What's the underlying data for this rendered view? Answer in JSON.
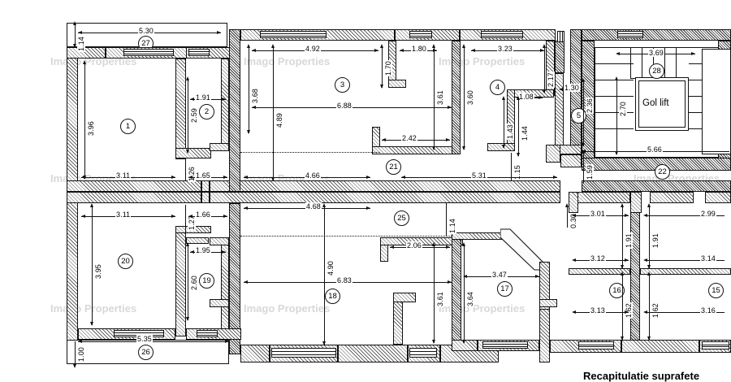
{
  "document": {
    "type": "architectural-floor-plan",
    "caption": "Recapitulatie suprafete",
    "watermark": "Imago Properties",
    "lift_label": "Gol lift"
  },
  "rooms": [
    {
      "id": "1",
      "number": "1"
    },
    {
      "id": "2",
      "number": "2"
    },
    {
      "id": "3",
      "number": "3"
    },
    {
      "id": "4",
      "number": "4"
    },
    {
      "id": "5",
      "number": "5"
    },
    {
      "id": "15",
      "number": "15"
    },
    {
      "id": "16",
      "number": "16"
    },
    {
      "id": "17",
      "number": "17"
    },
    {
      "id": "18",
      "number": "18"
    },
    {
      "id": "19",
      "number": "19"
    },
    {
      "id": "20",
      "number": "20"
    },
    {
      "id": "21",
      "number": "21"
    },
    {
      "id": "22",
      "number": "22"
    },
    {
      "id": "25",
      "number": "25"
    },
    {
      "id": "26",
      "number": "26"
    },
    {
      "id": "27",
      "number": "27"
    },
    {
      "id": "28",
      "number": "28"
    }
  ],
  "dimensions": {
    "d_5_30": "5.30",
    "d_1_14_a": "1.14",
    "d_3_96": "3.96",
    "d_3_11_a": "3.11",
    "d_1_65": "1.65",
    "d_1_26": "1.26",
    "d_2_59": "2.59",
    "d_1_91_a": "1.91",
    "d_3_68": "3.68",
    "d_4_89": "4.89",
    "d_4_92": "4.92",
    "d_6_88": "6.88",
    "d_1_70": "1.70",
    "d_1_80": "1.80",
    "d_3_61_a": "3.61",
    "d_3_60": "3.60",
    "d_2_42": "2.42",
    "d_3_23": "3.23",
    "d_2_17": "2.17",
    "d_1_08": "1.08",
    "d_1_43": "1.43",
    "d_1_44": "1.44",
    "d_1_30": "1.30",
    "d_2_36": "2.36",
    "d_1_59": "1.59",
    "d_1_15": "1.15",
    "d_3_69": "3.69",
    "d_2_70": "2.70",
    "d_5_66": "5.66",
    "d_4_66": "4.66",
    "d_5_31": "5.31",
    "d_4_68": "4.68",
    "d_1_14_b": "1.14",
    "d_3_11_b": "3.11",
    "d_1_66": "1.66",
    "d_1_27": "1.27",
    "d_3_95": "3.95",
    "d_1_95": "1.95",
    "d_2_60": "2.60",
    "d_5_35": "5.35",
    "d_1_00": "1.00",
    "d_4_90": "4.90",
    "d_6_83": "6.83",
    "d_2_06": "2.06",
    "d_3_61_b": "3.61",
    "d_3_64": "3.64",
    "d_3_47": "3.47",
    "d_0_30": "0.30",
    "d_3_01": "3.01",
    "d_2_99": "2.99",
    "d_1_91_b": "1.91",
    "d_1_91_c": "1.91",
    "d_3_12": "3.12",
    "d_3_14": "3.14",
    "d_1_62_a": "1.62",
    "d_1_62_b": "1.62",
    "d_3_13": "3.13",
    "d_3_16": "3.16"
  },
  "colors": {
    "ink": "#111111",
    "paper": "#ffffff",
    "hatch": "#2b2b2b",
    "watermark": "#d8d8d8"
  }
}
